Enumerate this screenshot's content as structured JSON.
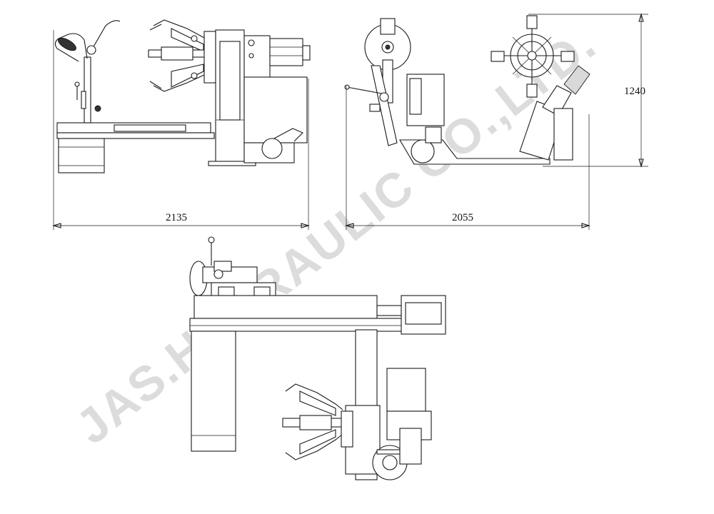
{
  "dimensions": {
    "side_width": "2135",
    "front_width": "2055",
    "height": "1240"
  },
  "watermark": {
    "text": "JAS.HYDRAULIC CO.,LTD."
  },
  "colors": {
    "line": "#1a1a1a",
    "watermark": "#dcdcdc",
    "background": "#ffffff"
  }
}
